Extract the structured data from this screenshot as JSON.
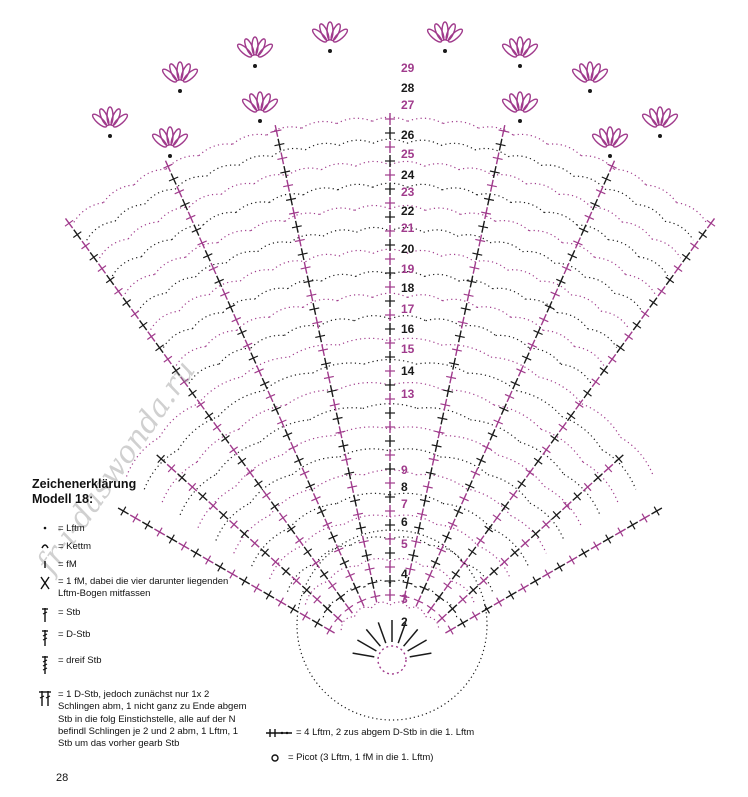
{
  "colors": {
    "black": "#1a1a1a",
    "magenta": "#a03b8c"
  },
  "diagram": {
    "rows": [
      {
        "n": "2",
        "color": "black"
      },
      {
        "n": "3",
        "color": "magenta"
      },
      {
        "n": "4",
        "color": "black"
      },
      {
        "n": "5",
        "color": "magenta"
      },
      {
        "n": "6",
        "color": "black"
      },
      {
        "n": "7",
        "color": "magenta"
      },
      {
        "n": "8",
        "color": "black"
      },
      {
        "n": "9",
        "color": "magenta"
      },
      {
        "n": "13",
        "color": "magenta"
      },
      {
        "n": "14",
        "color": "black"
      },
      {
        "n": "15",
        "color": "magenta"
      },
      {
        "n": "16",
        "color": "black"
      },
      {
        "n": "17",
        "color": "magenta"
      },
      {
        "n": "18",
        "color": "black"
      },
      {
        "n": "19",
        "color": "magenta"
      },
      {
        "n": "20",
        "color": "black"
      },
      {
        "n": "21",
        "color": "magenta"
      },
      {
        "n": "22",
        "color": "black"
      },
      {
        "n": "23",
        "color": "magenta"
      },
      {
        "n": "24",
        "color": "black"
      },
      {
        "n": "25",
        "color": "magenta"
      },
      {
        "n": "26",
        "color": "black"
      },
      {
        "n": "27",
        "color": "magenta"
      },
      {
        "n": "28",
        "color": "black"
      },
      {
        "n": "29",
        "color": "magenta"
      }
    ]
  },
  "legend": {
    "title_line1": "Zeichenerklärung",
    "title_line2": "Modell 18:",
    "items": [
      {
        "icon": "chain-stitch-icon",
        "text": "= Lftm"
      },
      {
        "icon": "slip-stitch-icon",
        "text": "= Kettm"
      },
      {
        "icon": "single-crochet-icon",
        "text": "= fM"
      },
      {
        "icon": "sc-gather-icon",
        "text": "= 1 fM, dabei die vier darunter liegenden Lftm-Bogen mitfassen"
      },
      {
        "icon": "double-crochet-icon",
        "text": "= Stb"
      },
      {
        "icon": "treble-crochet-icon",
        "text": "= D-Stb"
      },
      {
        "icon": "triple-treble-icon",
        "text": "= dreif Stb"
      },
      {
        "icon": "cluster-stitch-icon",
        "text": "= 1 D-Stb, jedoch zunächst nur 1x 2 Schlingen abm, 1 nicht ganz zu Ende abgem Stb in die folg Einstichstelle, alle auf der N befindl Schlingen je 2 und 2 abm, 1 Lftm, 1 Stb um das vorher gearb Stb"
      }
    ],
    "extra": [
      {
        "icon": "four-chain-icon",
        "text": "= 4 Lftm, 2 zus abgem D-Stb in die 1. Lftm"
      },
      {
        "icon": "picot-icon",
        "text": "= Picot (3 Lftm, 1 fM in die 1. Lftm)"
      }
    ]
  },
  "watermark": "fr-i-daswonda.ru",
  "page_number": "28"
}
